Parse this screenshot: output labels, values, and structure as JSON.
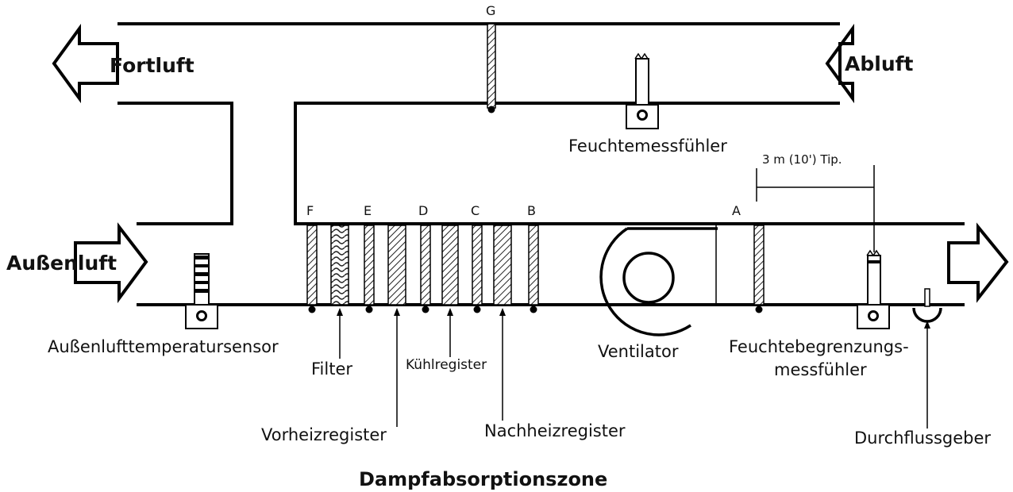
{
  "airflows": {
    "fortluft": "Fortluft",
    "abluft": "Abluft",
    "aussenluft": "Außenluft"
  },
  "points": {
    "g": "G",
    "f": "F",
    "e": "E",
    "d": "D",
    "c": "C",
    "b": "B",
    "a": "A"
  },
  "sensors": {
    "feuchtemessfuehler": "Feuchtemessfühler",
    "aussen_temp": "Außenlufttemperatursensor",
    "begrenzung_line1": "Feuchtebegrenzungs-",
    "begrenzung_line2": "messfühler",
    "distance": "3 m (10') Tip."
  },
  "components": {
    "filter": "Filter",
    "kuehlregister": "Kühlregister",
    "vorheizregister": "Vorheizregister",
    "nachheizregister": "Nachheizregister",
    "ventilator": "Ventilator",
    "durchflussgeber": "Durchflussgeber"
  },
  "zone_title": "Dampfabsorptionszone"
}
